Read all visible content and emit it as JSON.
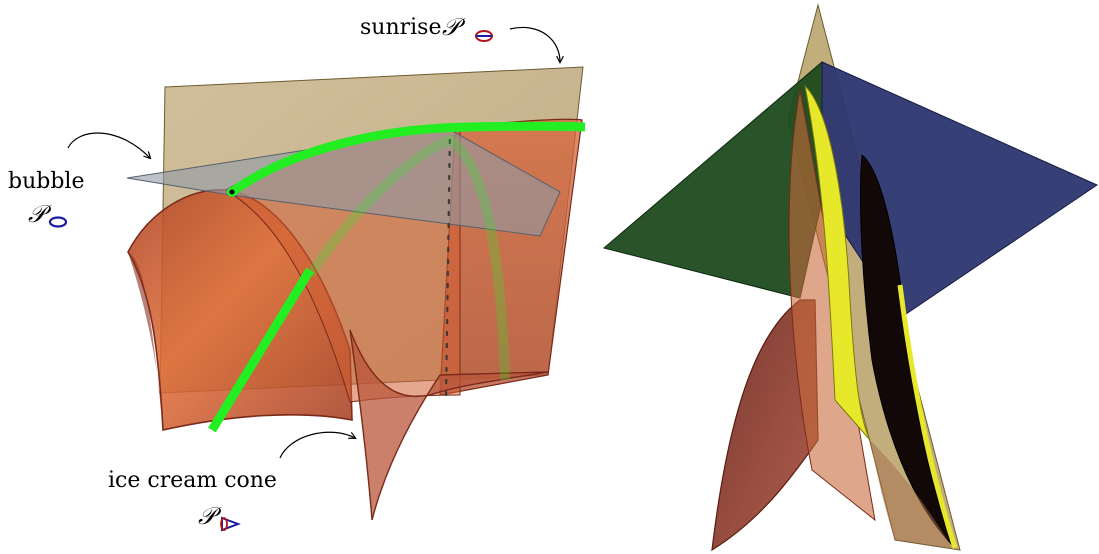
{
  "labels": {
    "sunrise": {
      "text": "sunrise",
      "symbol": "𝒫"
    },
    "bubble": {
      "text": "bubble",
      "symbol": "𝒫"
    },
    "ice_cream_cone": {
      "text": "ice cream cone",
      "symbol": "𝒫"
    }
  },
  "colors": {
    "tan_plane": "#b39a5c",
    "gray_plane": "#8f9aa6",
    "orange_surface": "#c8552c",
    "dark_red": "#7a2a1a",
    "green_curve": "#22ee22",
    "green_plane": "#1e4a1e",
    "blue_plane": "#2c3570",
    "yellow_sheet": "#e8e82a",
    "black_sheet": "#120808",
    "glyph_blue": "#1a1aa0",
    "glyph_red": "#b01818"
  }
}
